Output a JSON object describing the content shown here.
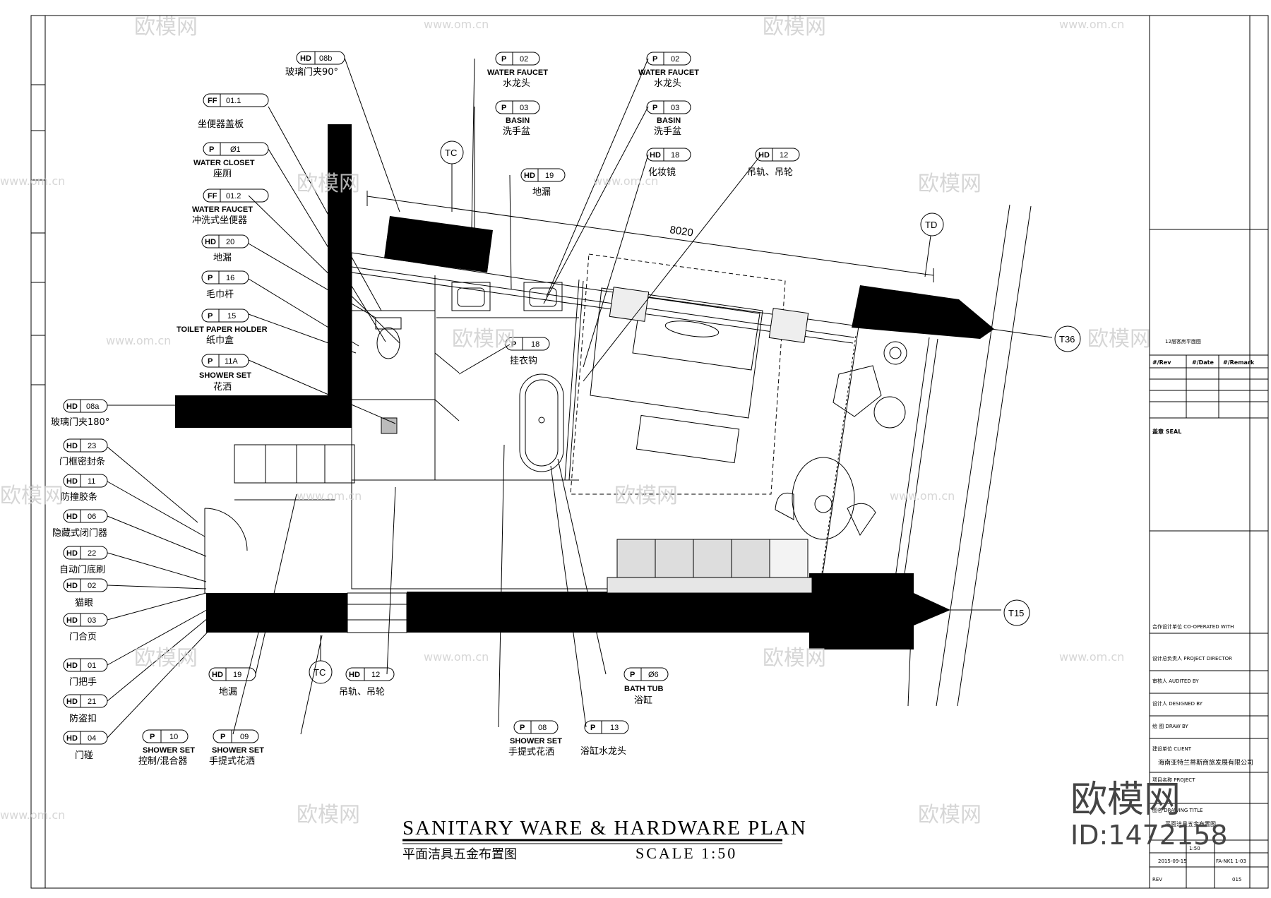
{
  "drawing": {
    "title_en": "SANITARY WARE & HARDWARE PLAN",
    "title_cn": "平面洁具五金布置图",
    "scale": "SCALE 1:50"
  },
  "dimensions": {
    "overall": "8020"
  },
  "grid": {
    "tc_top": "TC",
    "tc_bottom": "TC",
    "td": "TD",
    "t36": "T36",
    "t15": "T15"
  },
  "tags": {
    "hd08b": {
      "code": "HD",
      "num": "08b",
      "cn": "玻璃门夹90°",
      "en": ""
    },
    "ff011": {
      "code": "FF",
      "num": "01.1",
      "cn": "坐便器盖板",
      "en": ""
    },
    "p01": {
      "code": "P",
      "num": "Ø1",
      "cn": "座厕",
      "en": "WATER CLOSET"
    },
    "ff012": {
      "code": "FF",
      "num": "01.2",
      "cn": "冲洗式坐便器",
      "en": "WATER FAUCET"
    },
    "hd20": {
      "code": "HD",
      "num": "20",
      "cn": "地漏",
      "en": ""
    },
    "p16": {
      "code": "P",
      "num": "16",
      "cn": "毛巾杆",
      "en": ""
    },
    "p15": {
      "code": "P",
      "num": "15",
      "cn": "纸巾盒",
      "en": "TOILET PAPER HOLDER"
    },
    "p11a": {
      "code": "P",
      "num": "11A",
      "cn": "花洒",
      "en": "SHOWER SET"
    },
    "hd08a": {
      "code": "HD",
      "num": "08a",
      "cn": "玻璃门夹180°",
      "en": ""
    },
    "hd23": {
      "code": "HD",
      "num": "23",
      "cn": "门框密封条",
      "en": ""
    },
    "hd11": {
      "code": "HD",
      "num": "11",
      "cn": "防撞胶条",
      "en": ""
    },
    "hd06": {
      "code": "HD",
      "num": "06",
      "cn": "隐藏式闭门器",
      "en": ""
    },
    "hd22": {
      "code": "HD",
      "num": "22",
      "cn": "自动门底刷",
      "en": ""
    },
    "hd02": {
      "code": "HD",
      "num": "02",
      "cn": "猫眼",
      "en": ""
    },
    "hd03": {
      "code": "HD",
      "num": "03",
      "cn": "门合页",
      "en": ""
    },
    "hd01": {
      "code": "HD",
      "num": "01",
      "cn": "门把手",
      "en": ""
    },
    "hd21": {
      "code": "HD",
      "num": "21",
      "cn": "防盗扣",
      "en": ""
    },
    "hd04": {
      "code": "HD",
      "num": "04",
      "cn": "门碰",
      "en": ""
    },
    "p10": {
      "code": "P",
      "num": "10",
      "cn": "控制/混合器",
      "en": "SHOWER SET"
    },
    "p09": {
      "code": "P",
      "num": "09",
      "cn": "手提式花洒",
      "en": "SHOWER SET"
    },
    "hd19b": {
      "code": "HD",
      "num": "19",
      "cn": "地漏",
      "en": ""
    },
    "hd12b": {
      "code": "HD",
      "num": "12",
      "cn": "吊轨、吊轮",
      "en": ""
    },
    "p02a": {
      "code": "P",
      "num": "02",
      "cn": "水龙头",
      "en": "WATER FAUCET"
    },
    "p03a": {
      "code": "P",
      "num": "03",
      "cn": "洗手盆",
      "en": "BASIN"
    },
    "hd19a": {
      "code": "HD",
      "num": "19",
      "cn": "地漏",
      "en": ""
    },
    "p02b": {
      "code": "P",
      "num": "02",
      "cn": "水龙头",
      "en": "WATER FAUCET"
    },
    "p03b": {
      "code": "P",
      "num": "03",
      "cn": "洗手盆",
      "en": "BASIN"
    },
    "hd18": {
      "code": "HD",
      "num": "18",
      "cn": "化妆镜",
      "en": ""
    },
    "hd12a": {
      "code": "HD",
      "num": "12",
      "cn": "吊轨、吊轮",
      "en": ""
    },
    "p18": {
      "code": "P",
      "num": "18",
      "cn": "挂衣钩",
      "en": ""
    },
    "p06": {
      "code": "P",
      "num": "Ø6",
      "cn": "浴缸",
      "en": "BATH TUB"
    },
    "p08": {
      "code": "P",
      "num": "08",
      "cn": "手提式花洒",
      "en": "SHOWER SET"
    },
    "p13": {
      "code": "P",
      "num": "13",
      "cn": "浴缸水龙头",
      "en": ""
    }
  },
  "title_block": {
    "plan_label": "12层客房平面图",
    "rev_headers": [
      "#/Rev",
      "#/Date",
      "#/Remark"
    ],
    "seal": "盖章 SEAL",
    "cooperated": "合作设计单位 CO-OPERATED WITH",
    "project_director": "设计总负责人 PROJECT DIRECTOR",
    "audited": "审核人 AUDITED BY",
    "designed": "设计人 DESIGNED BY",
    "drawn": "绘   图 DRAW BY",
    "client_label": "建设单位 CLIENT",
    "client_name": "海南亚特兰蒂斯商旅发展有限公司",
    "project_label": "项目名称 PROJECT",
    "drawing_label": "图名 DRAWING TITLE",
    "drawing_name": "平面洁具五金布置图",
    "date": "2015-09-15",
    "drawing_no": "FA-NK1 1-03",
    "rev": "REV",
    "page": "015",
    "scale_small": "1:50"
  },
  "watermark": {
    "brand": "欧模网",
    "url": "www.om.cn",
    "id": "ID:1472158"
  }
}
